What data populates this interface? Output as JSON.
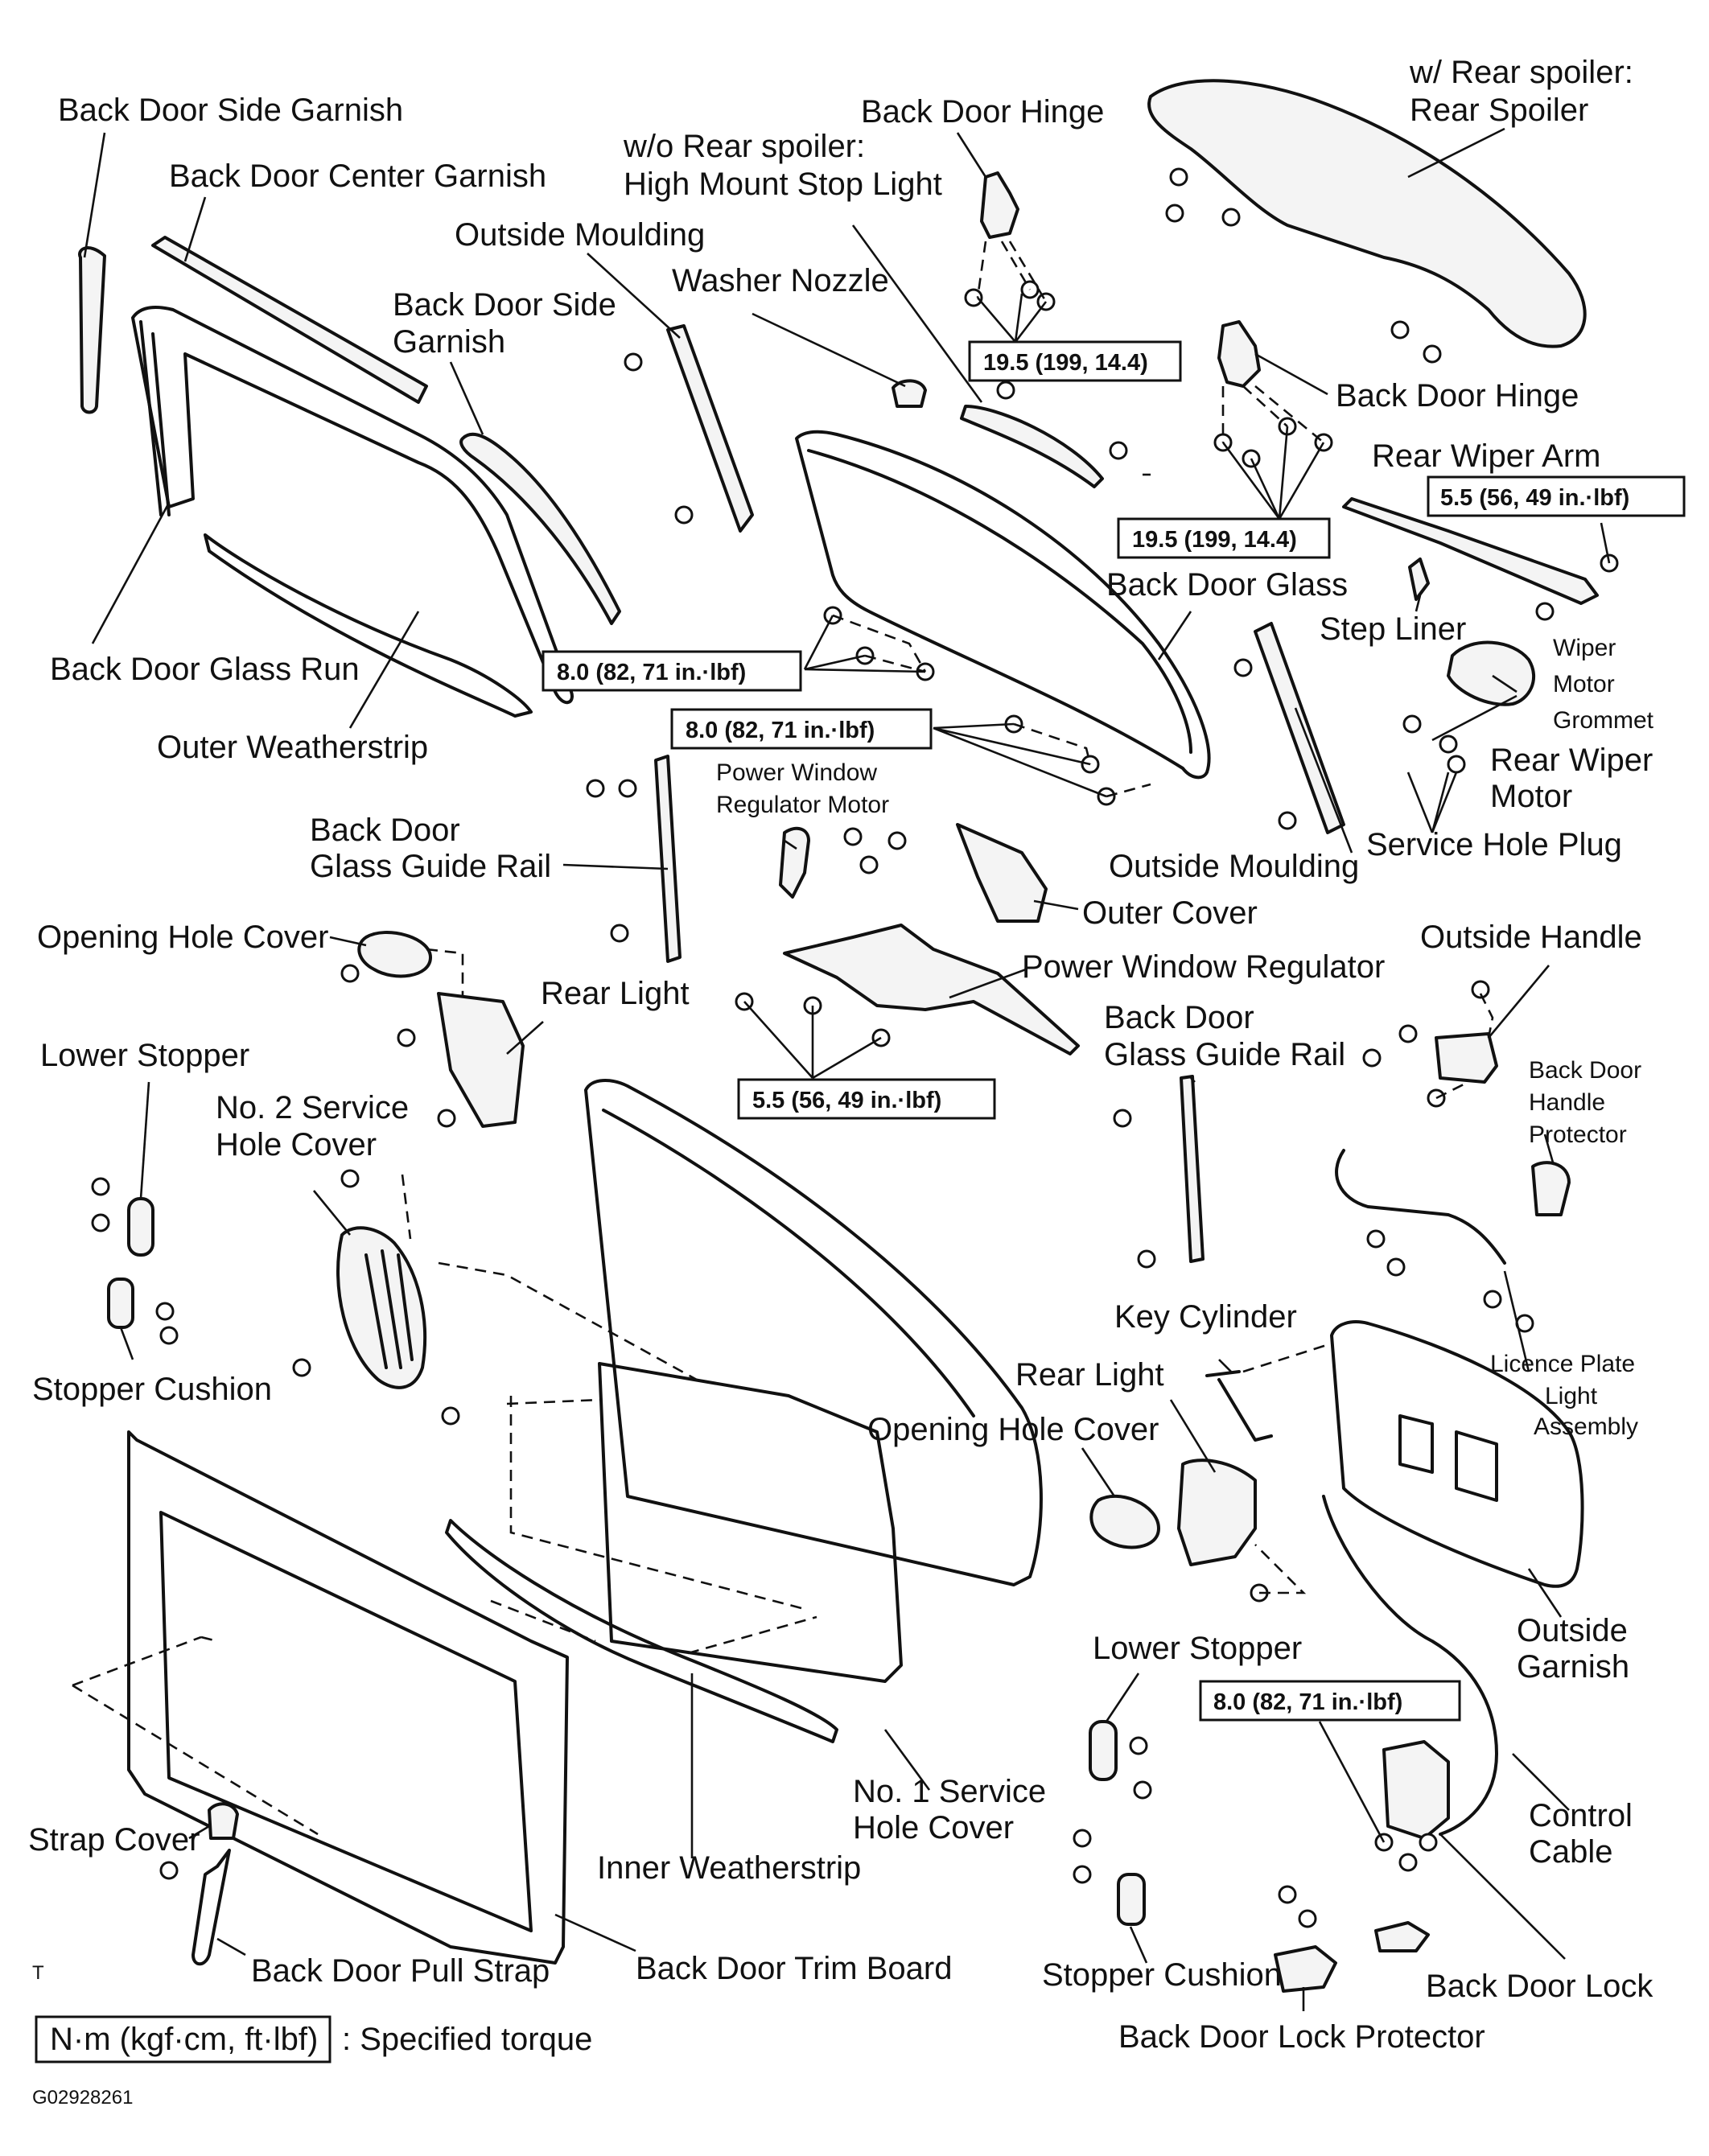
{
  "labels": {
    "side_garnish_tl": "Back Door Side Garnish",
    "center_garnish": "Back Door Center Garnish",
    "outside_moulding_top": "Outside Moulding",
    "side_garnish_2a": "Back Door Side",
    "side_garnish_2b": "Garnish",
    "washer_nozzle": "Washer Nozzle",
    "wo_spoiler_a": "w/o Rear spoiler:",
    "wo_spoiler_b": "High Mount Stop Light",
    "hinge_top": "Back Door Hinge",
    "w_spoiler_a": "w/ Rear spoiler:",
    "w_spoiler_b": "Rear Spoiler",
    "hinge_right": "Back Door Hinge",
    "rear_wiper_arm": "Rear Wiper Arm",
    "back_door_glass": "Back Door Glass",
    "step_liner": "Step Liner",
    "wiper_grommet_a": "Wiper",
    "wiper_grommet_b": "Motor",
    "wiper_grommet_c": "Grommet",
    "rear_wiper_motor_a": "Rear Wiper",
    "rear_wiper_motor_b": "Motor",
    "service_hole_plug": "Service Hole Plug",
    "outside_moulding_right": "Outside Moulding",
    "glass_run": "Back Door Glass Run",
    "outer_weatherstrip": "Outer Weatherstrip",
    "pw_motor_a": "Power Window",
    "pw_motor_b": "Regulator Motor",
    "guide_rail_left_a": "Back Door",
    "guide_rail_left_b": "Glass Guide Rail",
    "outer_cover": "Outer Cover",
    "opening_hole_cover_left": "Opening Hole Cover",
    "pw_regulator": "Power Window Regulator",
    "rear_light_left": "Rear Light",
    "outside_handle": "Outside Handle",
    "lower_stopper_left": "Lower Stopper",
    "guide_rail_right_a": "Back Door",
    "guide_rail_right_b": "Glass Guide Rail",
    "no2_service_a": "No. 2 Service",
    "no2_service_b": "Hole Cover",
    "handle_protector_a": "Back Door",
    "handle_protector_b": "Handle",
    "handle_protector_c": "Protector",
    "stopper_cushion_left": "Stopper Cushion",
    "key_cylinder": "Key Cylinder",
    "rear_light_right": "Rear Light",
    "licence_a": "Licence Plate",
    "licence_b": "Light",
    "licence_c": "Assembly",
    "opening_hole_cover_right": "Opening Hole Cover",
    "outside_garnish_a": "Outside",
    "outside_garnish_b": "Garnish",
    "lower_stopper_right": "Lower Stopper",
    "no1_service_a": "No. 1 Service",
    "no1_service_b": "Hole Cover",
    "control_cable_a": "Control",
    "control_cable_b": "Cable",
    "strap_cover": "Strap Cover",
    "inner_weatherstrip": "Inner Weatherstrip",
    "pull_strap": "Back Door Pull Strap",
    "trim_board": "Back Door Trim Board",
    "stopper_cushion_right": "Stopper Cushion",
    "back_door_lock": "Back Door Lock",
    "lock_protector": "Back Door Lock Protector",
    "t_mark": "T",
    "legend_unit": "N·m (kgf·cm, ft·lbf)",
    "legend_text": ": Specified torque",
    "figure_code": "G02928261"
  },
  "torques": {
    "hinge_top": "19.5 (199, 14.4)",
    "hinge_right": "19.5 (199, 14.4)",
    "wiper_arm": "5.5 (56, 49 in.·lbf)",
    "glass_left": "8.0 (82, 71 in.·lbf)",
    "glass_right": "8.0 (82, 71 in.·lbf)",
    "regulator": "5.5 (56, 49 in.·lbf)",
    "lock": "8.0 (82, 71 in.·lbf)"
  }
}
